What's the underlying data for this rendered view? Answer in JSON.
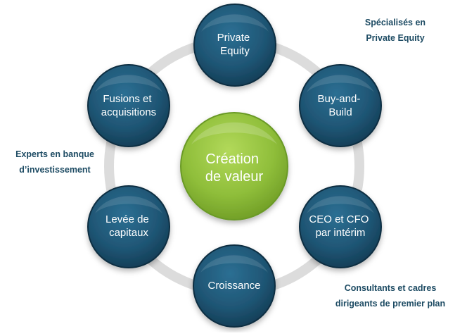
{
  "diagram": {
    "center": {
      "lines": [
        "Création",
        "de valeur"
      ]
    },
    "nodes": [
      {
        "id": "private-equity",
        "lines": [
          "Private",
          "Equity"
        ]
      },
      {
        "id": "buy-and-build",
        "lines": [
          "Buy-and-",
          "Build"
        ]
      },
      {
        "id": "ceo-cfo",
        "lines": [
          "CEO et CFO",
          "par intérim"
        ]
      },
      {
        "id": "croissance",
        "lines": [
          "Croissance"
        ]
      },
      {
        "id": "levee",
        "lines": [
          "Levée de",
          "capitaux"
        ]
      },
      {
        "id": "fusions",
        "lines": [
          "Fusions et",
          "acquisitions"
        ]
      }
    ],
    "notes": {
      "top_right": [
        "Spécialisés en",
        "Private Equity"
      ],
      "left": [
        "Experts en banque",
        "d’investissement"
      ],
      "bottom_right": [
        "Consultants et cadres",
        "dirigeants de premier plan"
      ]
    },
    "colors": {
      "node_fill": "#1f5675",
      "node_edge": "#0f2f42",
      "center_fill": "#8fbe3a",
      "center_edge": "#6a9a25",
      "ring": "#dcdcdc",
      "note_text": "#1d4b63"
    }
  }
}
